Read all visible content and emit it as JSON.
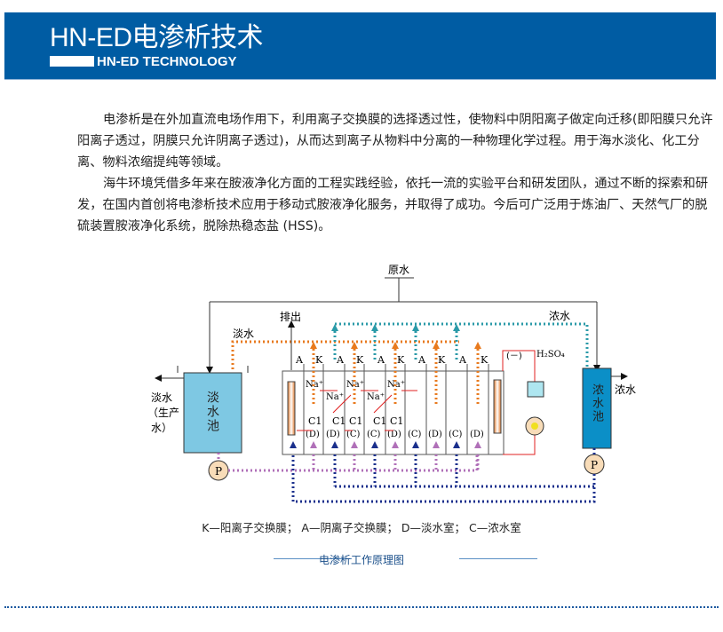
{
  "header": {
    "title": "HN-ED电渗析技术",
    "subtitle": "HN-ED TECHNOLOGY"
  },
  "paragraphs": [
    "电渗析是在外加直流电场作用下，利用离子交换膜的选择透过性，使物料中阴阳离子做定向迁移(即阳膜只允许阳离子透过，阴膜只允许阴离子透过)，从而达到离子从物料中分离的一种物理化学过程。用于海水淡化、化工分离、物料浓缩提纯等领域。",
    "海牛环境凭借多年来在胺液净化方面的工程实践经验，依托一流的实验平台和研发团队，通过不断的探索和研发，在国内首创将电渗析技术应用于移动式胺液净化服务，并取得了成功。今后可广泛用于炼油厂、天然气厂的脱硫装置胺液净化系统，脱除热稳态盐 (HSS)。"
  ],
  "diagram": {
    "raw_water": "原水",
    "discharge": "排出",
    "fresh_water": "淡水",
    "conc_water": "浓水",
    "fresh_out": "淡水",
    "product_note_1": "（生产",
    "product_note_2": "水）",
    "fresh_tank": "淡水池",
    "conc_tank": "浓水池",
    "conc_out": "浓水",
    "pump": "P",
    "neg": "(－)",
    "acid": "H₂SO₄",
    "na": "Na⁺",
    "cl": "C1",
    "membranes": [
      "A",
      "K",
      "A",
      "K",
      "A",
      "K",
      "A",
      "K",
      "A",
      "K"
    ],
    "chambers": [
      "(D)",
      "(D)",
      "(C)",
      "(C)",
      "(D)",
      "(C)",
      "(D)",
      "(C)",
      "(D)"
    ],
    "colors": {
      "orange": "#e87a1e",
      "teal": "#2a9aa8",
      "navy": "#1a2f8c",
      "purple": "#b070b8",
      "red": "#e02020"
    }
  },
  "legend": "K—阳离子交换膜； A—阴离子交换膜； D—淡水室； C—浓水室",
  "caption": "电渗析工作原理图"
}
